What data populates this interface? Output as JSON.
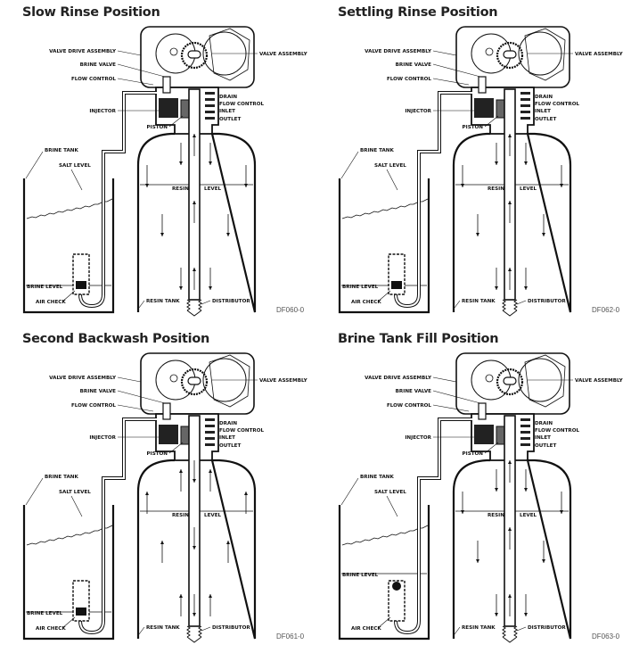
{
  "labels": {
    "valve_drive_assembly": "VALVE DRIVE ASSEMBLY",
    "brine_valve": "BRINE VALVE",
    "flow_control": "FLOW CONTROL",
    "injector": "INJECTOR",
    "piston": "PISTON",
    "valve_assembly": "VALVE ASSEMBLY",
    "drain": "DRAIN",
    "flow_control_right": "FLOW CONTROL",
    "inlet": "INLET",
    "outlet": "OUTLET",
    "brine_tank": "BRINE TANK",
    "salt_level": "SALT LEVEL",
    "resin": "RESIN",
    "level": "LEVEL",
    "brine_level": "BRINE LEVEL",
    "air_check": "AIR CHECK",
    "resin_tank": "RESIN TANK",
    "distributor": "DISTRIBUTOR"
  },
  "panels": [
    {
      "title": "Slow Rinse Position",
      "code": "DF060-0",
      "flow_outside": "down",
      "flow_center": "up",
      "brine_level": "low"
    },
    {
      "title": "Settling Rinse Position",
      "code": "DF062-0",
      "flow_outside": "down",
      "flow_center": "up",
      "brine_level": "low"
    },
    {
      "title": "Second Backwash Position",
      "code": "DF061-0",
      "flow_outside": "up",
      "flow_center": "down",
      "brine_level": "low"
    },
    {
      "title": "Brine Tank Fill Position",
      "code": "DF063-0",
      "flow_outside": "down",
      "flow_center": "up",
      "brine_level": "high"
    }
  ]
}
